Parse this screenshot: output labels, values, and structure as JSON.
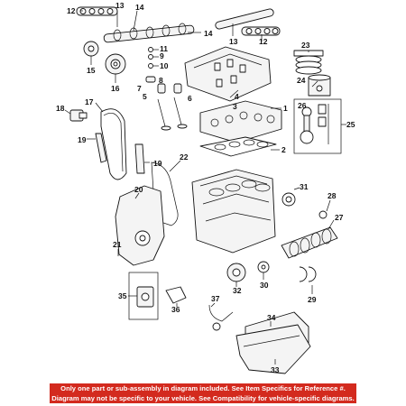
{
  "diagram": {
    "callouts": [
      "1",
      "2",
      "3",
      "4",
      "5",
      "6",
      "7",
      "8",
      "9",
      "10",
      "11",
      "12",
      "13",
      "14",
      "15",
      "16",
      "17",
      "18",
      "19",
      "20",
      "21",
      "22",
      "23",
      "24",
      "25",
      "26",
      "27",
      "28",
      "29",
      "30",
      "31",
      "32",
      "33",
      "34",
      "35",
      "36",
      "37"
    ]
  },
  "notice": {
    "line1": "Only one part or sub-assembly in diagram included. See Item Specifics for Reference #.",
    "line2": "Diagram may not be specific to your vehicle. See Compatibility for vehicle-specific diagrams.",
    "background_color": "#d32a1e",
    "text_color": "#ffffff"
  }
}
